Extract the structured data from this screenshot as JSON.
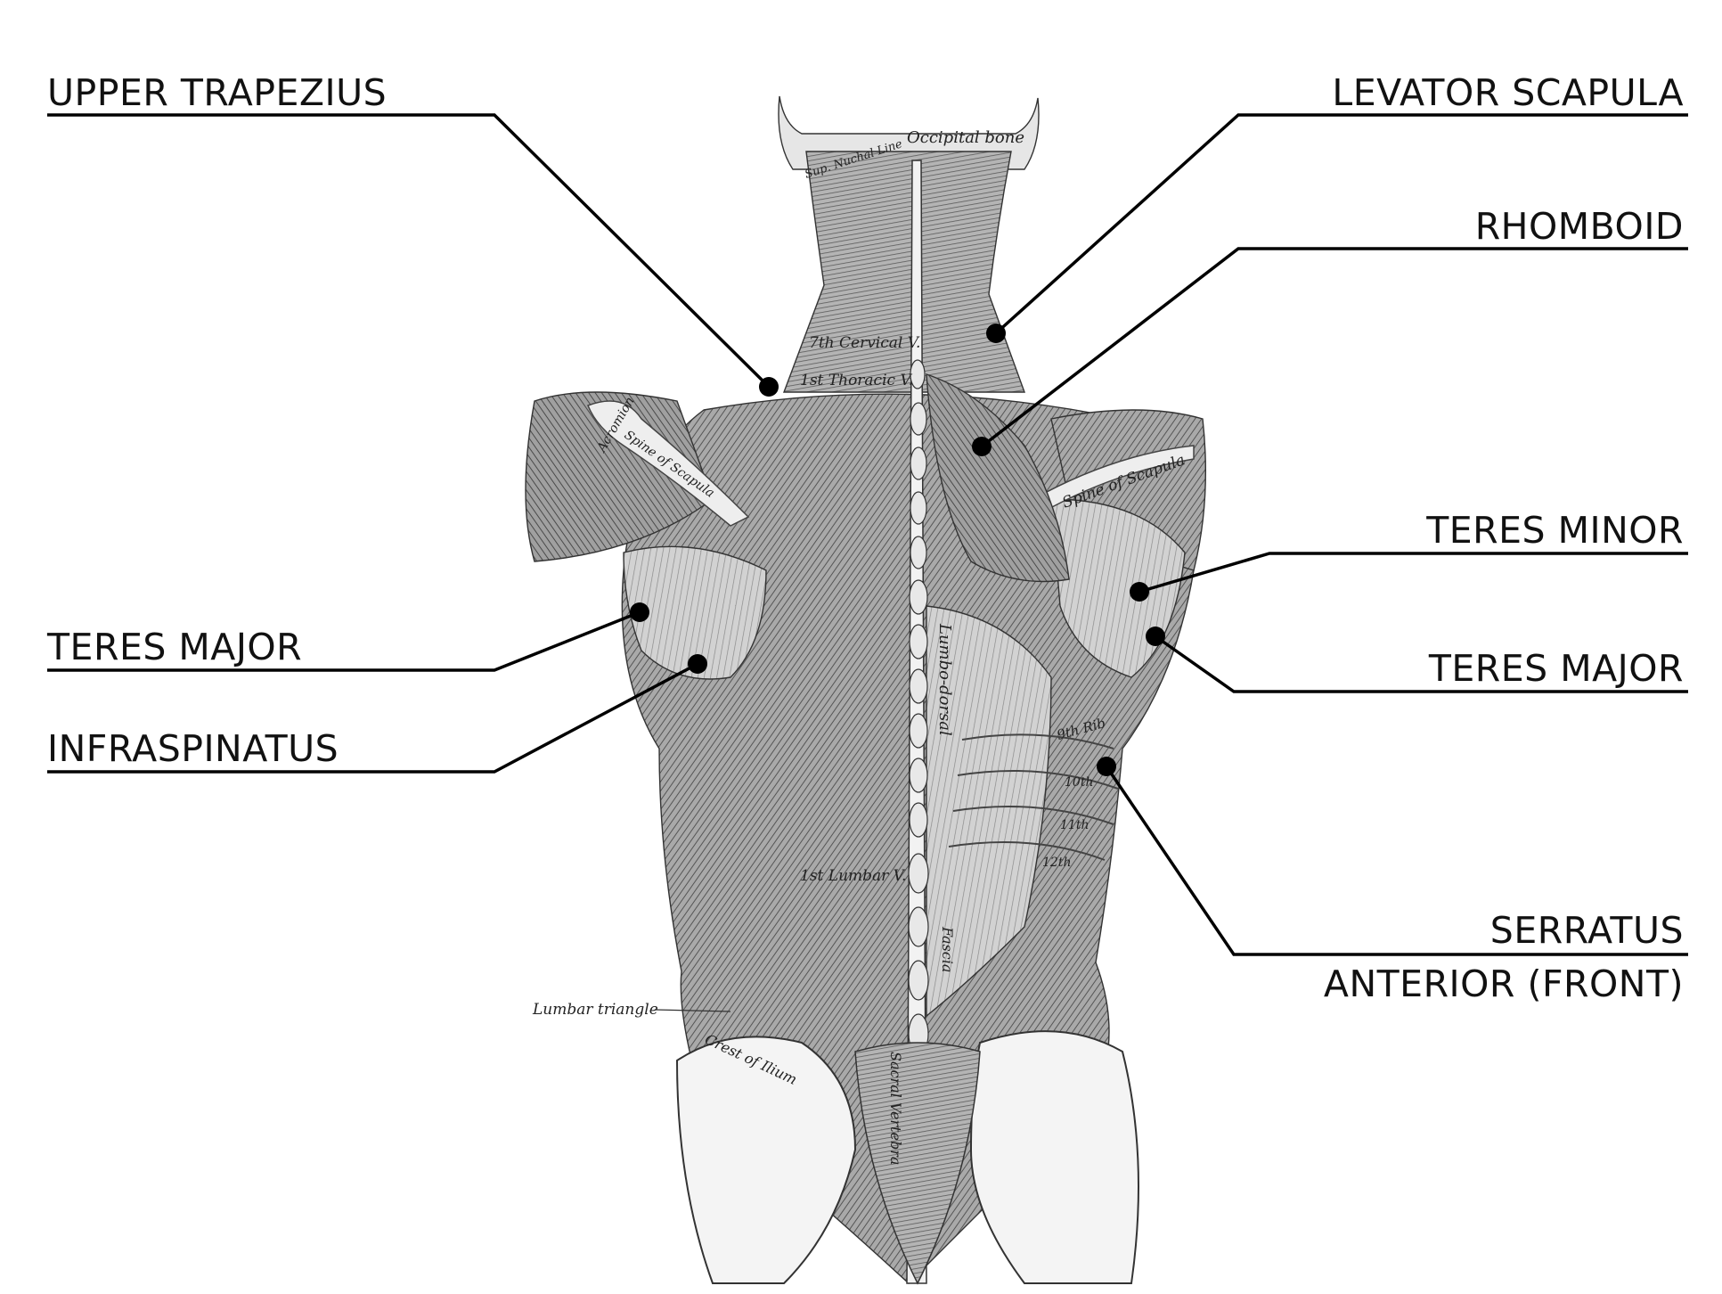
{
  "labels": {
    "upper_trapezius": "UPPER TRAPEZIUS",
    "levator_scapula": "LEVATOR SCAPULA",
    "rhomboid": "RHOMBOID",
    "teres_minor": "TERES MINOR",
    "teres_major_left": "TERES MAJOR",
    "teres_major_right": "TERES MAJOR",
    "infraspinatus": "INFRASPINATUS",
    "serratus_line1": "SERRATUS",
    "serratus_line2": "ANTERIOR (FRONT)"
  },
  "annotations": {
    "occipital_bone": "Occipital bone",
    "sup_nuchal_line": "Sup. Nuchal Line",
    "cervical_7": "7th Cervical V.",
    "thoracic_1": "1st Thoracic V.",
    "lumbar_1": "1st Lumbar V.",
    "lumbar_triangle": "Lumbar triangle",
    "acromion": "Acromion",
    "spine_of_scapula_left": "Spine of Scapula",
    "spine_of_scapula_right": "Spine of Scapula",
    "lumbo_dorsal": "Lumbo-dorsal",
    "crest_of_ilium": "Crest of Ilium",
    "sacral_vertebra": "Sacral Vertebra",
    "fascia": "Fascia",
    "rib_9": "9th Rib",
    "rib_10": "10th",
    "rib_11": "11th",
    "rib_12": "12th"
  },
  "colors": {
    "ink": "#000000",
    "muscle_dark": "#555555",
    "muscle_mid": "#8a8a8a",
    "muscle_light": "#c4c4c4",
    "bone": "#ececec"
  }
}
